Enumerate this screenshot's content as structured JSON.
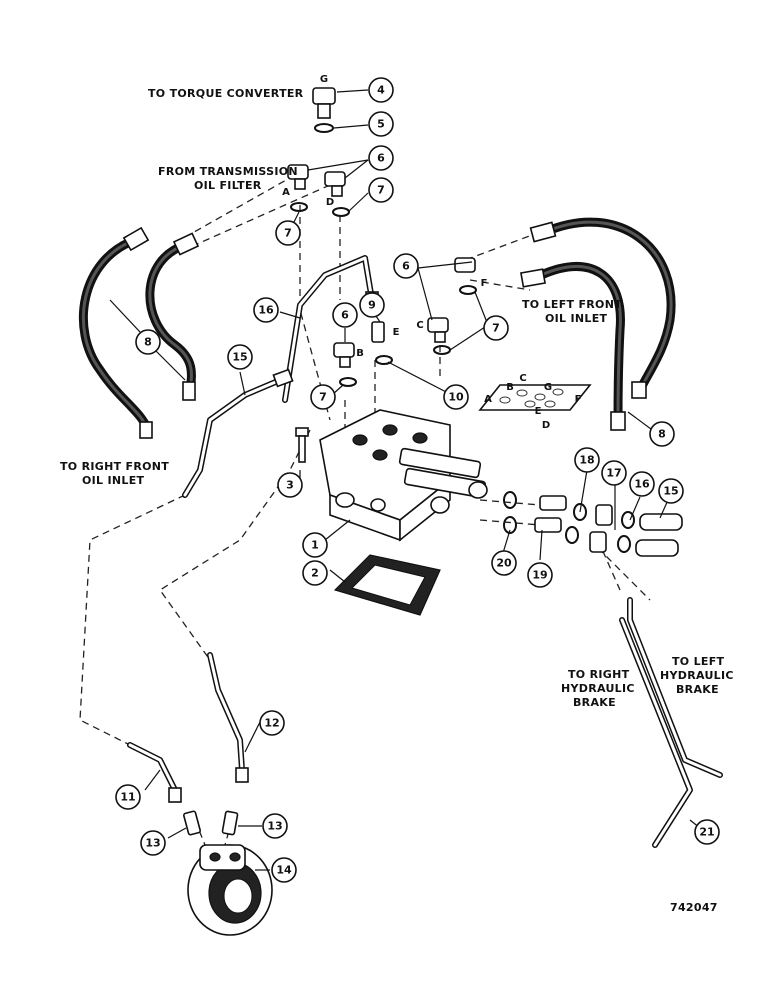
{
  "labels": {
    "torque_converter": "TO TORQUE CONVERTER",
    "from_trans_1": "FROM TRANSMISSION",
    "from_trans_2": "OIL FILTER",
    "left_front_1": "TO LEFT FRONT",
    "left_front_2": "OIL INLET",
    "right_front_1": "TO RIGHT FRONT",
    "right_front_2": "OIL INLET",
    "right_brake_1": "TO RIGHT",
    "right_brake_2": "HYDRAULIC",
    "right_brake_3": "BRAKE",
    "left_brake_1": "TO LEFT",
    "left_brake_2": "HYDRAULIC",
    "left_brake_3": "BRAKE",
    "figure_number": "742047"
  },
  "ports": {
    "g_top": "G",
    "a_top": "A",
    "d_top": "D",
    "f_right": "F",
    "c_right": "C",
    "e_mid": "E",
    "b_mid": "B",
    "gasket_c": "C",
    "gasket_b": "B",
    "gasket_g": "G",
    "gasket_a": "A",
    "gasket_e": "E",
    "gasket_f": "F",
    "gasket_d": "D"
  },
  "callouts": {
    "c1": "1",
    "c2": "2",
    "c3": "3",
    "c4": "4",
    "c5": "5",
    "c6a": "6",
    "c6b": "6",
    "c6c": "6",
    "c7a": "7",
    "c7b": "7",
    "c7c": "7",
    "c7d": "7",
    "c8a": "8",
    "c8b": "8",
    "c9": "9",
    "c10": "10",
    "c11": "11",
    "c12": "12",
    "c13a": "13",
    "c13b": "13",
    "c14": "14",
    "c15a": "15",
    "c15b": "15",
    "c16a": "16",
    "c16b": "16",
    "c17": "17",
    "c18": "18",
    "c19": "19",
    "c20": "20",
    "c21": "21"
  }
}
